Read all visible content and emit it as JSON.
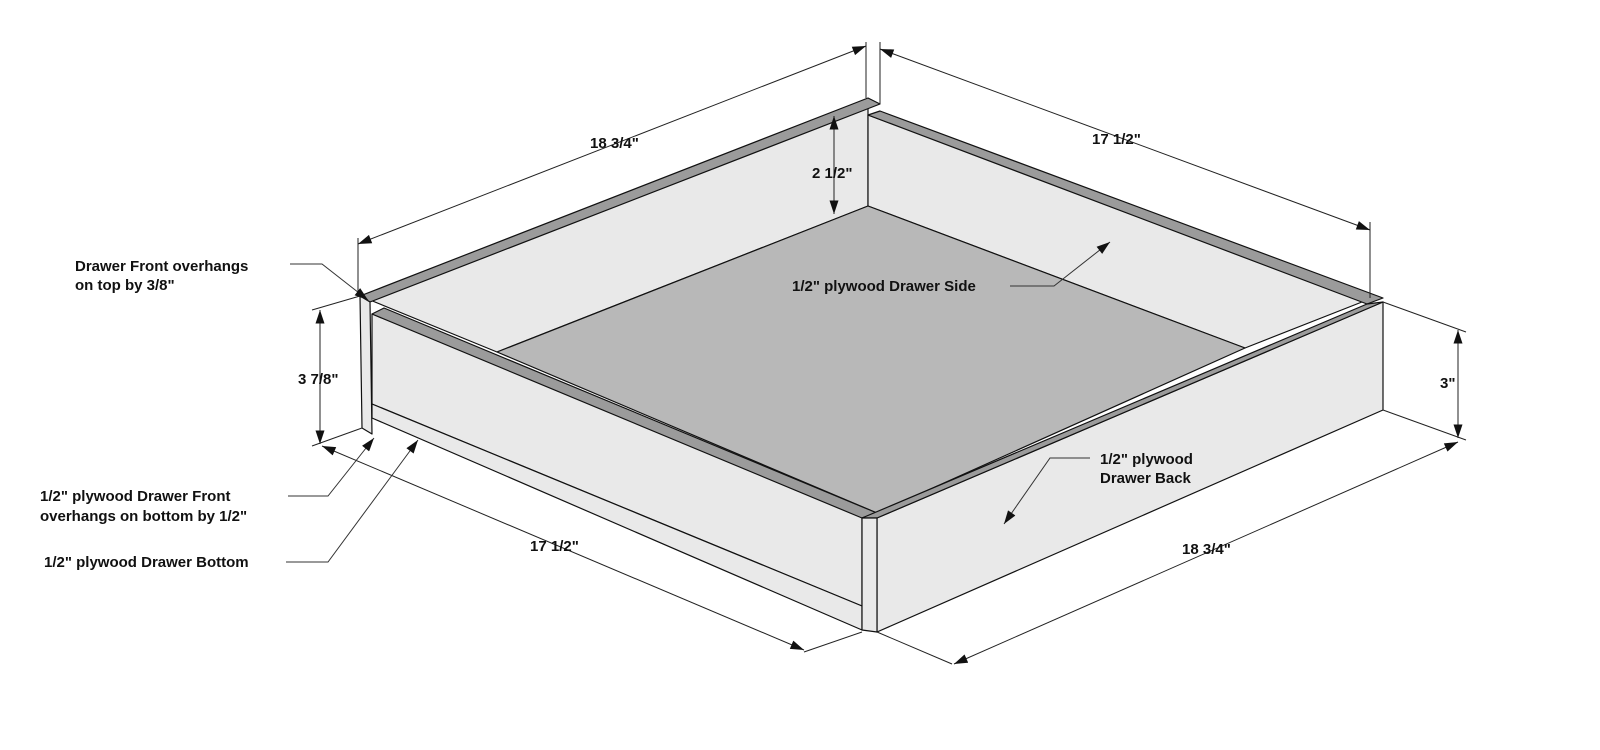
{
  "colors": {
    "bottom_panel": "#b8b8b8",
    "side_panel": "#e9e9e9",
    "top_edge": "#9b9b9b",
    "line": "#111111"
  },
  "dimensions": {
    "top_left_length": "18 3/4\"",
    "top_right_length": "17 1/2\"",
    "inner_height": "2 1/2\"",
    "front_height": "3 7/8\"",
    "back_height": "3\"",
    "bottom_left_length": "17 1/2\"",
    "bottom_right_length": "18 3/4\""
  },
  "callouts": {
    "front_top_overhang": [
      "Drawer Front overhangs",
      "on top by 3/8\""
    ],
    "drawer_side": "1/2\" plywood Drawer Side",
    "drawer_back": [
      "1/2\" plywood",
      "Drawer Back"
    ],
    "front_bottom_overhang": [
      "1/2\" plywood Drawer Front",
      "overhangs on bottom by 1/2\""
    ],
    "drawer_bottom": "1/2\" plywood Drawer Bottom"
  }
}
